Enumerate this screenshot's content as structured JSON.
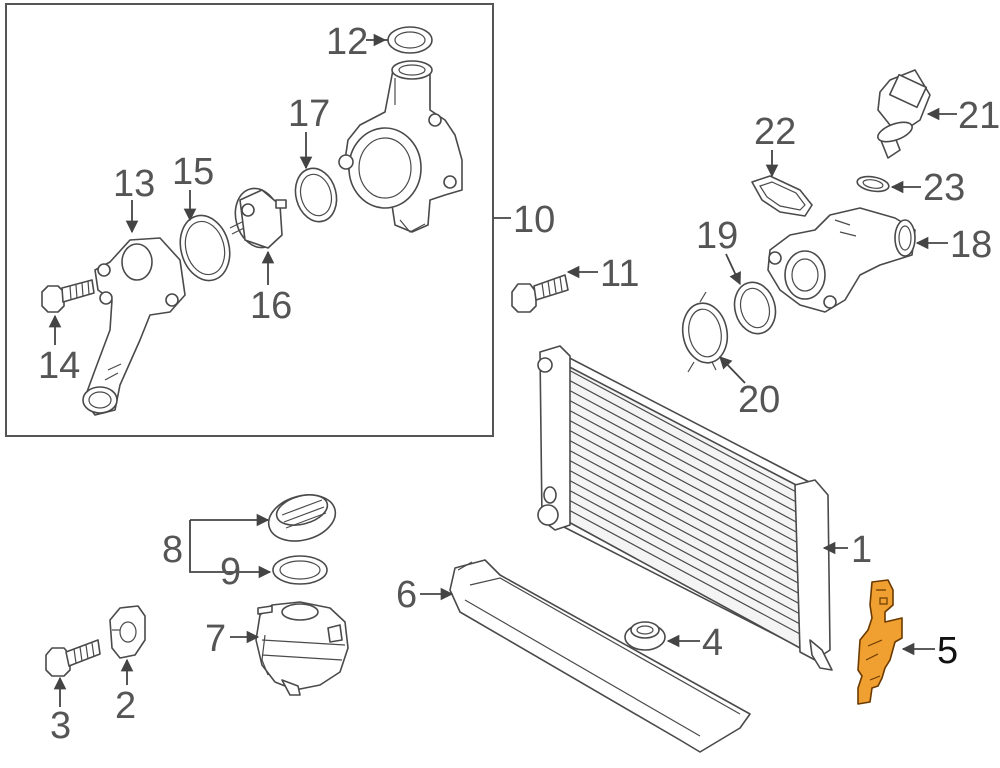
{
  "diagram": {
    "callouts": {
      "c1": "1",
      "c2": "2",
      "c3": "3",
      "c4": "4",
      "c5": "5",
      "c6": "6",
      "c7": "7",
      "c8": "8",
      "c9": "9",
      "c10": "10",
      "c11": "11",
      "c12": "12",
      "c13": "13",
      "c14": "14",
      "c15": "15",
      "c16": "16",
      "c17": "17",
      "c18": "18",
      "c19": "19",
      "c20": "20",
      "c21": "21",
      "c22": "22",
      "c23": "23"
    },
    "colors": {
      "highlight_fill": "#f0a030",
      "highlight_stroke": "#6b3a00",
      "line": "#4a4a4a",
      "label": "#555555"
    }
  }
}
